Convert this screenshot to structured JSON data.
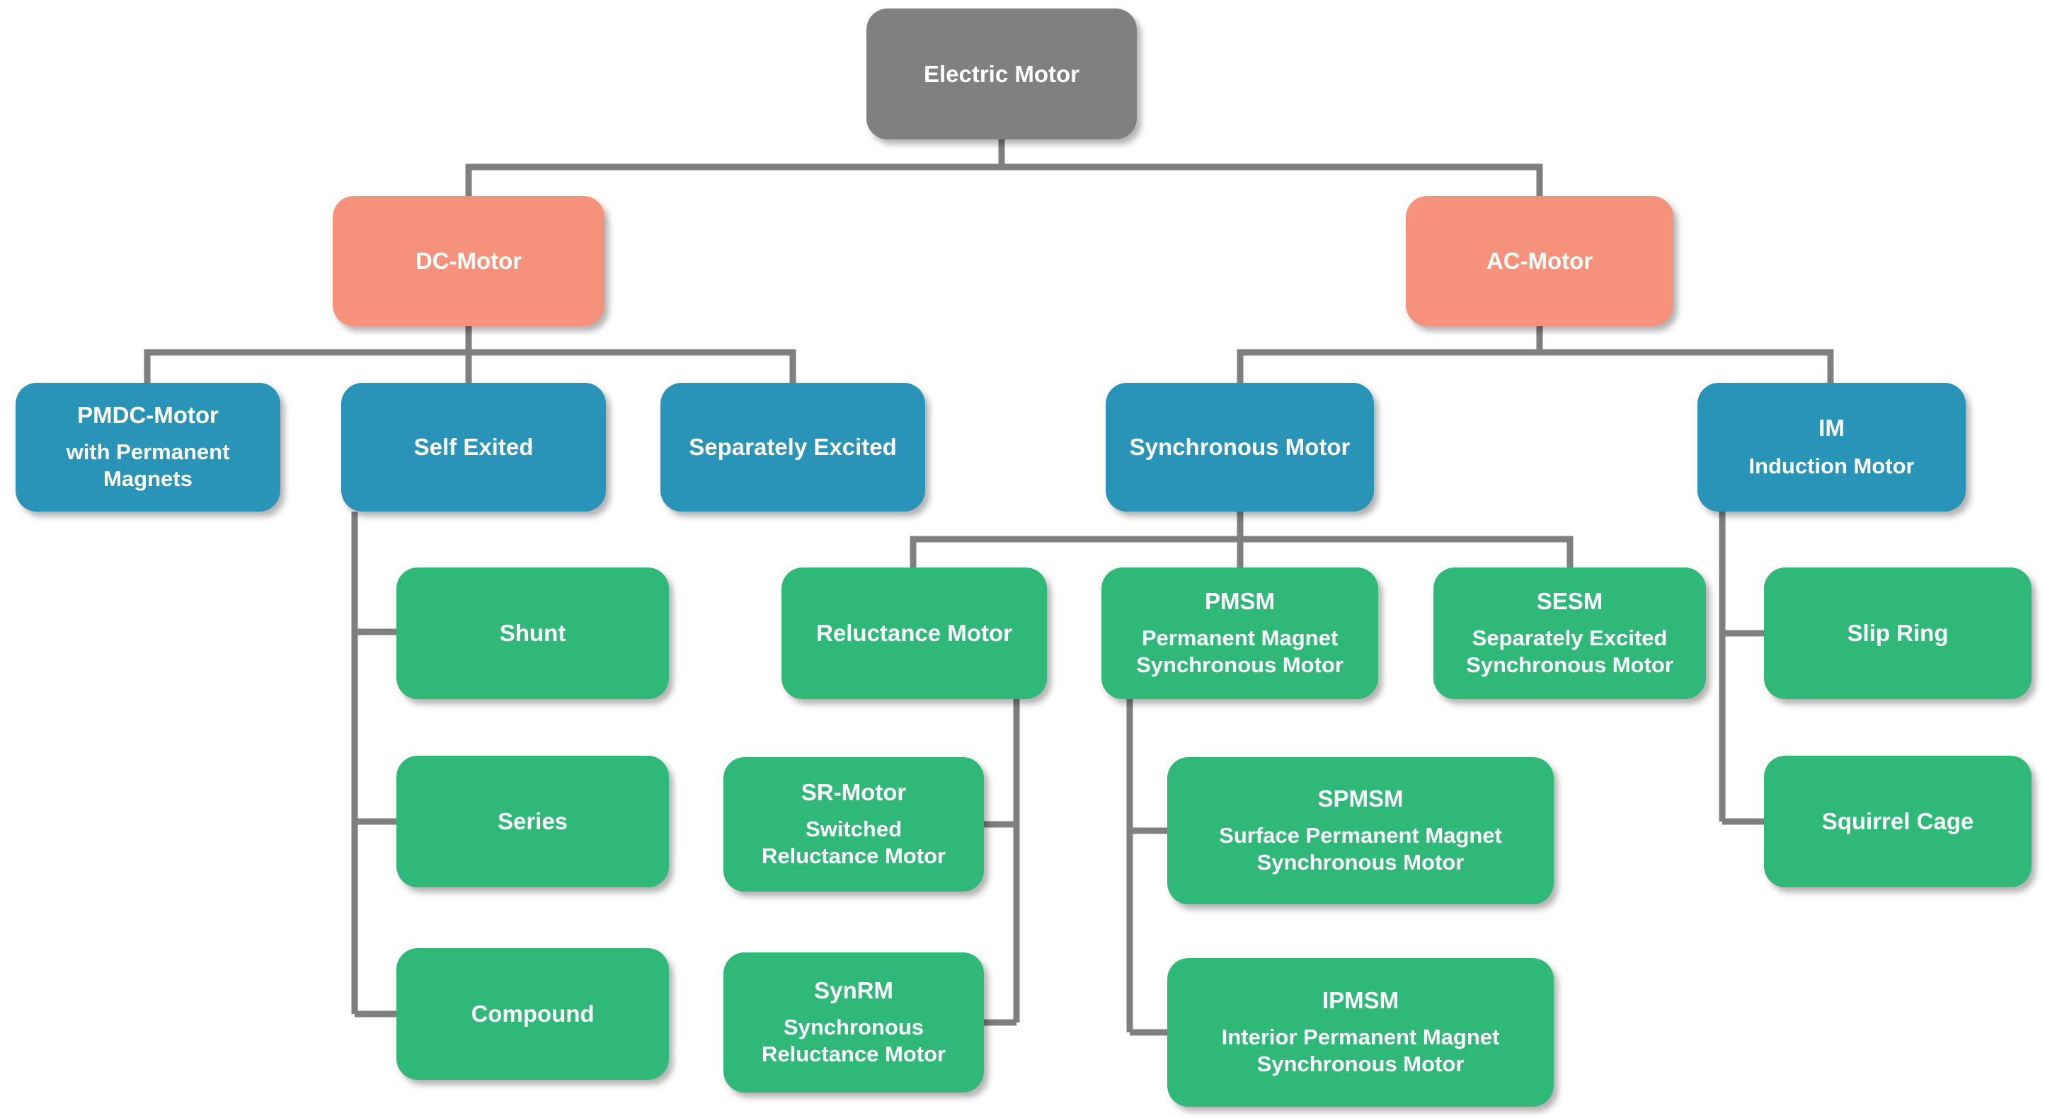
{
  "colors": {
    "root": "#808080",
    "branch": "#F6927C",
    "category": "#2A93B8",
    "leaf": "#2FB877",
    "connector": "#7F7F7F",
    "text": "#FFFFFF",
    "bg": "#FFFFFF"
  },
  "nodes": {
    "electric_motor": {
      "label": "Electric Motor"
    },
    "dc_motor": {
      "label": "DC-Motor"
    },
    "ac_motor": {
      "label": "AC-Motor"
    },
    "pmdc": {
      "label": "PMDC-Motor",
      "sublabel": "with Permanent\nMagnets"
    },
    "self_excited": {
      "label": "Self Exited"
    },
    "separately_excited": {
      "label": "Separately Excited"
    },
    "synchronous": {
      "label": "Synchronous Motor"
    },
    "im": {
      "label": "IM",
      "sublabel": "Induction Motor"
    },
    "shunt": {
      "label": "Shunt"
    },
    "series": {
      "label": "Series"
    },
    "compound": {
      "label": "Compound"
    },
    "reluctance": {
      "label": "Reluctance Motor"
    },
    "pmsm": {
      "label": "PMSM",
      "sublabel": "Permanent Magnet\nSynchronous Motor"
    },
    "sesm": {
      "label": "SESM",
      "sublabel": "Separately Excited\nSynchronous Motor"
    },
    "sr_motor": {
      "label": "SR-Motor",
      "sublabel": "Switched\nReluctance Motor"
    },
    "synrm": {
      "label": "SynRM",
      "sublabel": "Synchronous\nReluctance Motor"
    },
    "spmsm": {
      "label": "SPMSM",
      "sublabel": "Surface Permanent Magnet\nSynchronous Motor"
    },
    "ipmsm": {
      "label": "IPMSM",
      "sublabel": "Interior Permanent Magnet\nSynchronous Motor"
    },
    "slip_ring": {
      "label": "Slip Ring"
    },
    "squirrel_cage": {
      "label": "Squirrel Cage"
    }
  }
}
